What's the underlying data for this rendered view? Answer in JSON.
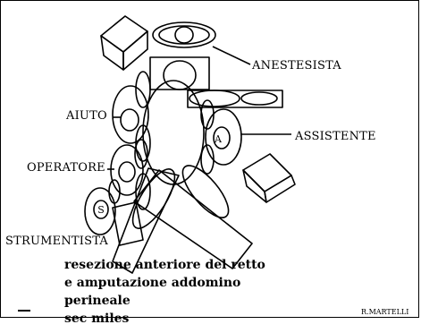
{
  "roles": {
    "anestesista": "ANESTESISTA",
    "aiuto": "AIUTO",
    "assistente": "ASSISTENTE",
    "operatore": "OPERATORE",
    "strumentista": "STRUMENTISTA"
  },
  "markers": {
    "assistant_letter": "A",
    "scrub_letter": "S"
  },
  "caption": {
    "line1": "resezione anteriore del retto",
    "line2": "e amputazione addomino",
    "line3": "perineale",
    "line4": "sec miles"
  },
  "credit": "R.MARTELLI"
}
